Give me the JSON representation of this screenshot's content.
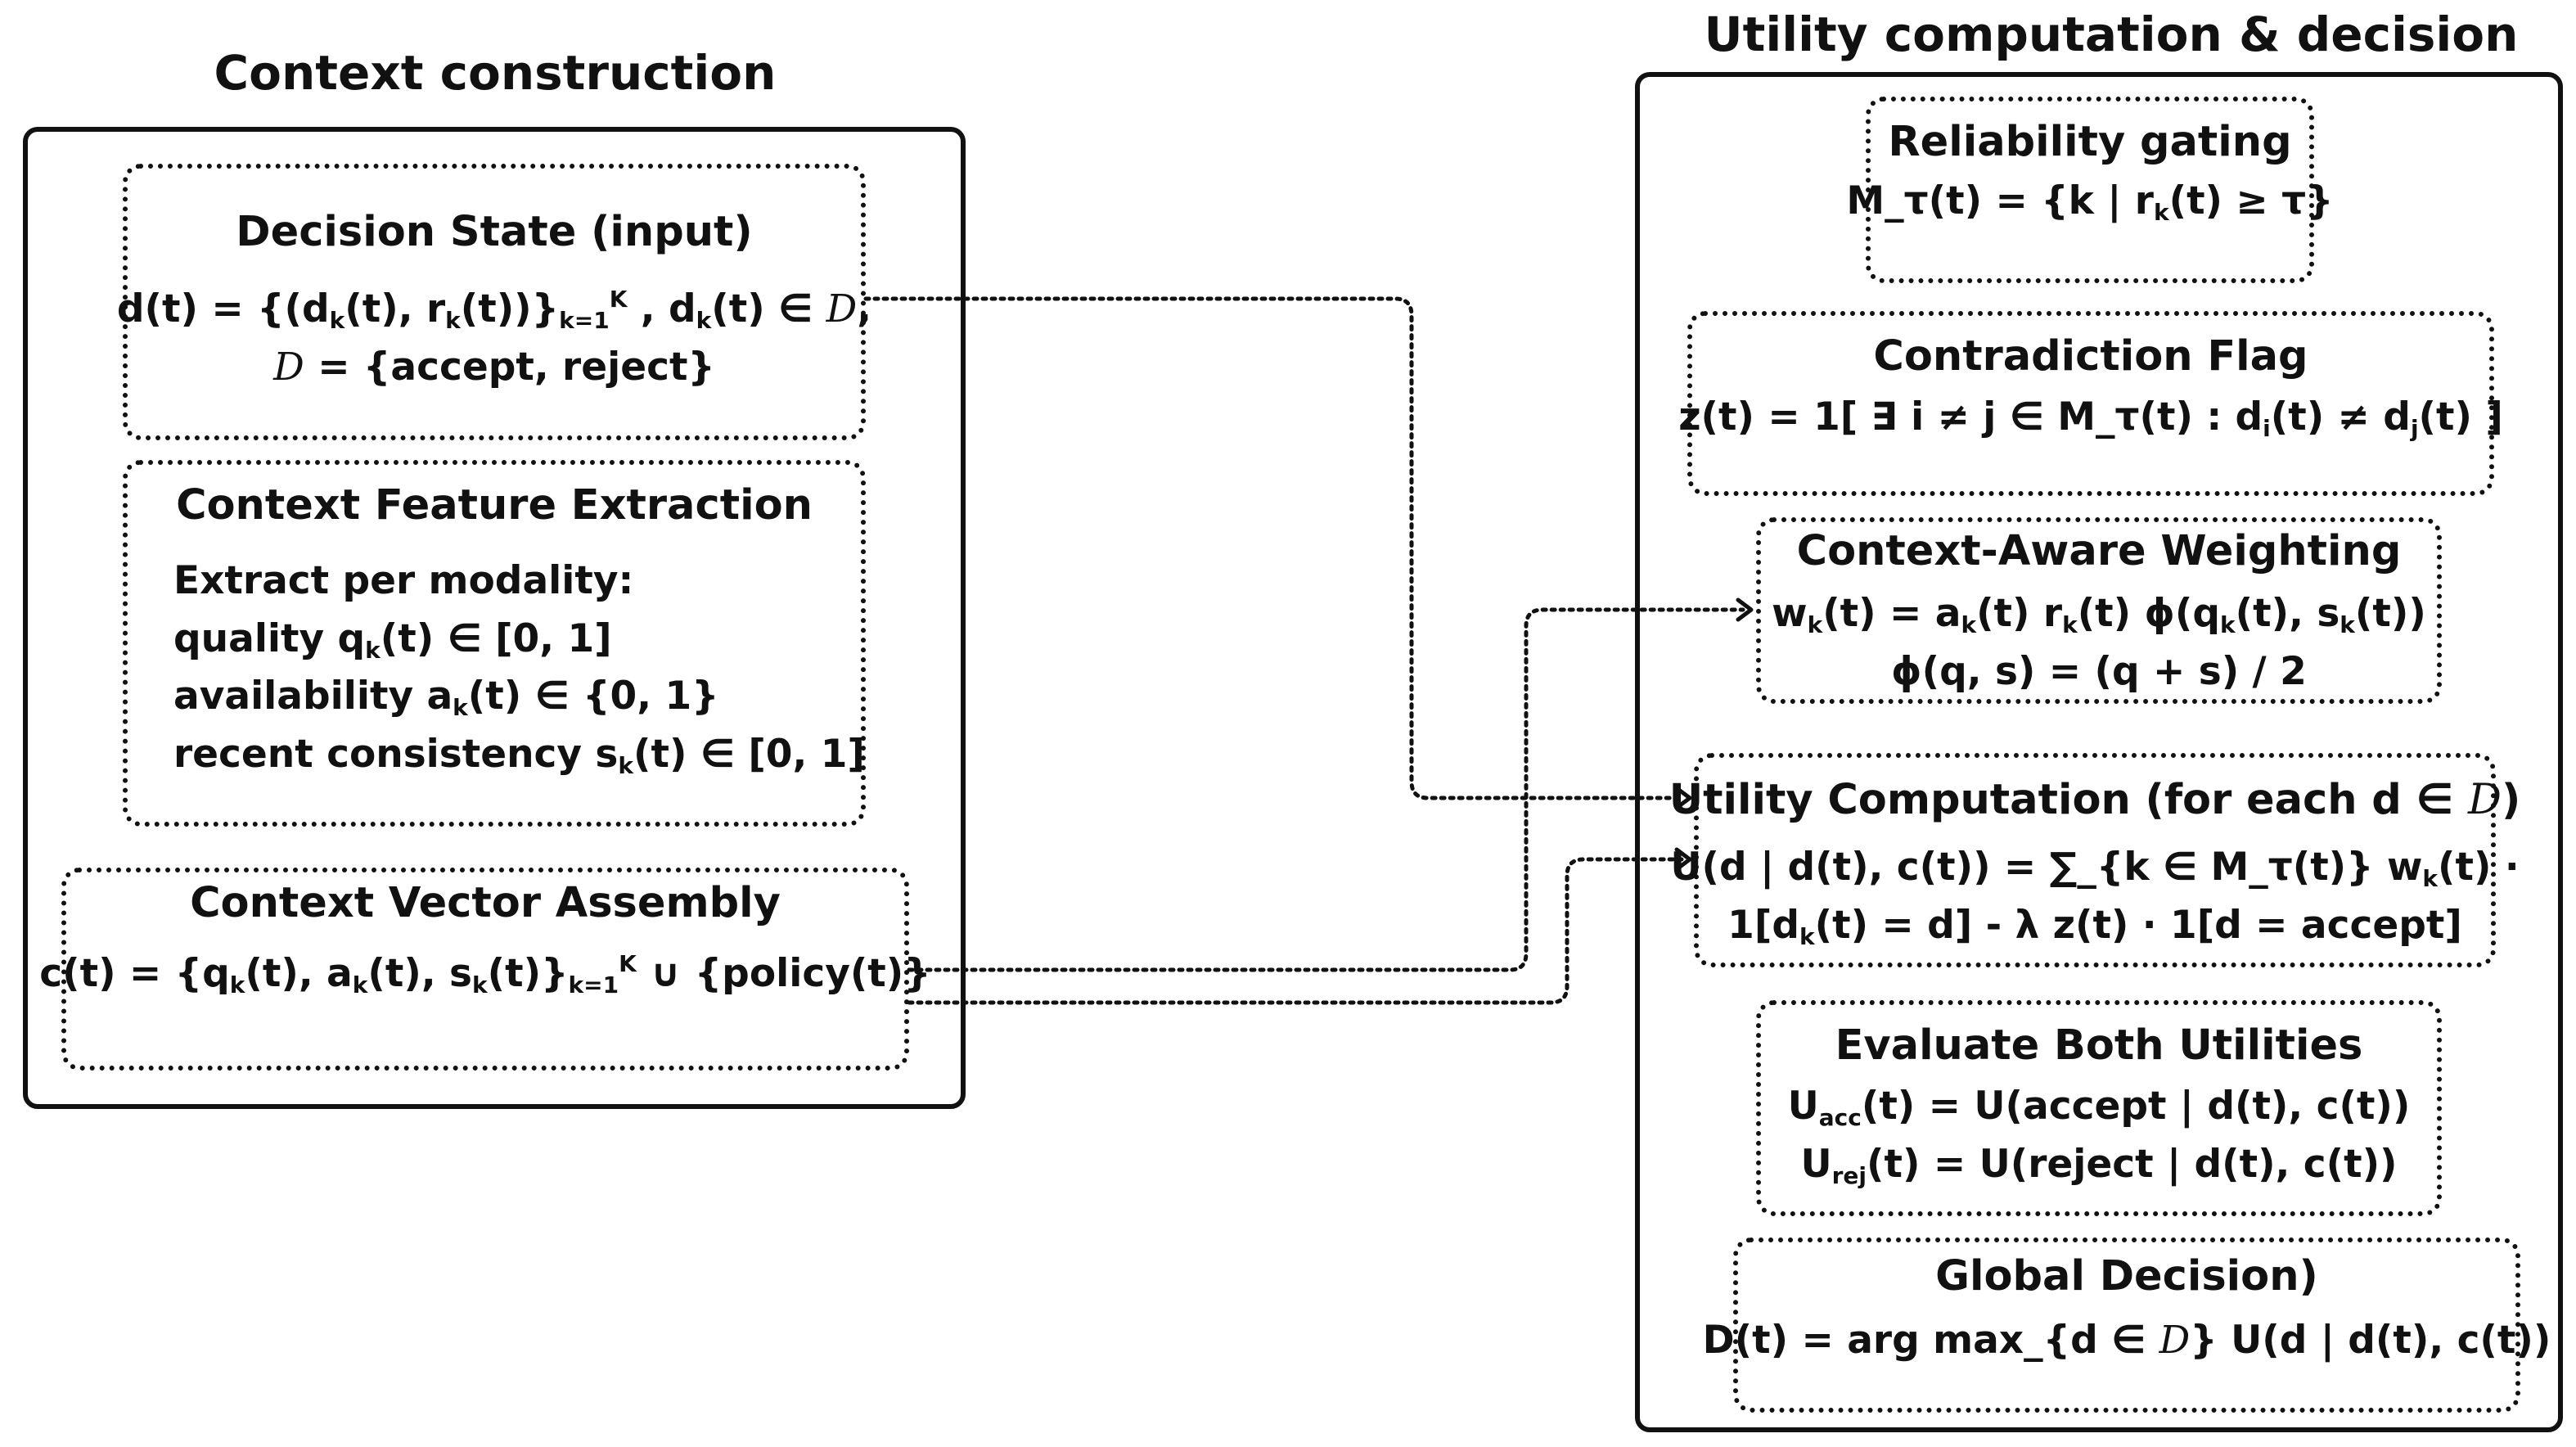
{
  "left": {
    "title": "Context construction",
    "decision_state": {
      "heading": "Decision State (input)",
      "lines": [
        {
          "parts": [
            {
              "t": "d(t) = {(d"
            },
            {
              "sub": "k"
            },
            {
              "t": "(t), r"
            },
            {
              "sub": "k"
            },
            {
              "t": "(t))}"
            },
            {
              "sub": "k=1"
            },
            {
              "sup": "K"
            },
            {
              "t": " , d"
            },
            {
              "sub": "k"
            },
            {
              "t": "(t) ∈ "
            },
            {
              "cal": "D"
            },
            {
              "t": ","
            }
          ]
        },
        {
          "parts": [
            {
              "cal": "D"
            },
            {
              "t": " = {accept, reject}"
            }
          ]
        }
      ]
    },
    "feature_extraction": {
      "heading": "Context Feature Extraction",
      "lines": [
        {
          "parts": [
            {
              "t": "Extract per modality:"
            }
          ]
        },
        {
          "parts": [
            {
              "t": "quality q"
            },
            {
              "sub": "k"
            },
            {
              "t": "(t) ∈ [0, 1]"
            }
          ]
        },
        {
          "parts": [
            {
              "t": "availability a"
            },
            {
              "sub": "k"
            },
            {
              "t": "(t) ∈ {0, 1}"
            }
          ]
        },
        {
          "parts": [
            {
              "t": "recent consistency s"
            },
            {
              "sub": "k"
            },
            {
              "t": "(t) ∈ [0, 1]"
            }
          ]
        }
      ]
    },
    "vector_assembly": {
      "heading": "Context Vector Assembly",
      "lines": [
        {
          "parts": [
            {
              "t": "c(t) = {q"
            },
            {
              "sub": "k"
            },
            {
              "t": "(t), a"
            },
            {
              "sub": "k"
            },
            {
              "t": "(t), s"
            },
            {
              "sub": "k"
            },
            {
              "t": "(t)}"
            },
            {
              "sub": "k=1"
            },
            {
              "sup": "K"
            },
            {
              "t": " ∪ {policy(t)}"
            }
          ]
        }
      ]
    }
  },
  "right": {
    "title": "Utility computation & decision",
    "reliability": {
      "heading": "Reliability gating",
      "lines": [
        {
          "parts": [
            {
              "t": "M_τ(t) = {k | r"
            },
            {
              "sub": "k"
            },
            {
              "t": "(t) ≥ τ}"
            }
          ]
        }
      ]
    },
    "contradiction": {
      "heading": "Contradiction Flag",
      "lines": [
        {
          "parts": [
            {
              "t": "z(t) = 1[ ∃ i ≠ j ∈ M_τ(t) : d"
            },
            {
              "sub": "i"
            },
            {
              "t": "(t) ≠ d"
            },
            {
              "sub": "j"
            },
            {
              "t": "(t) ]"
            }
          ]
        }
      ]
    },
    "weighting": {
      "heading": "Context-Aware Weighting",
      "lines": [
        {
          "parts": [
            {
              "t": "w"
            },
            {
              "sub": "k"
            },
            {
              "t": "(t) = a"
            },
            {
              "sub": "k"
            },
            {
              "t": "(t) r"
            },
            {
              "sub": "k"
            },
            {
              "t": "(t) ϕ(q"
            },
            {
              "sub": "k"
            },
            {
              "t": "(t), s"
            },
            {
              "sub": "k"
            },
            {
              "t": "(t))"
            }
          ]
        },
        {
          "parts": [
            {
              "t": "ϕ(q, s) = (q + s) / 2"
            }
          ]
        }
      ]
    },
    "utility": {
      "heading_parts": [
        {
          "t": "Utility Computation (for each d ∈ "
        },
        {
          "cal": "D"
        },
        {
          "t": ")"
        }
      ],
      "lines": [
        {
          "parts": [
            {
              "t": "U(d | d(t), c(t)) = ∑_{k ∈ M_τ(t)} w"
            },
            {
              "sub": "k"
            },
            {
              "t": "(t) ·"
            }
          ]
        },
        {
          "parts": [
            {
              "t": "1[d"
            },
            {
              "sub": "k"
            },
            {
              "t": "(t) = d] - λ z(t) · 1[d = accept]"
            }
          ]
        }
      ]
    },
    "evaluate": {
      "heading": "Evaluate Both Utilities",
      "lines": [
        {
          "parts": [
            {
              "t": "U"
            },
            {
              "sub": "acc"
            },
            {
              "t": "(t) = U(accept | d(t), c(t))"
            }
          ]
        },
        {
          "parts": [
            {
              "t": "U"
            },
            {
              "sub": "rej"
            },
            {
              "t": "(t) = U(reject | d(t), c(t))"
            }
          ]
        }
      ]
    },
    "global": {
      "heading": "Global Decision)",
      "lines": [
        {
          "parts": [
            {
              "t": "D(t) = arg max_{d ∈ "
            },
            {
              "cal": "D"
            },
            {
              "t": "} U(d | d(t), c(t))"
            }
          ]
        }
      ]
    }
  }
}
